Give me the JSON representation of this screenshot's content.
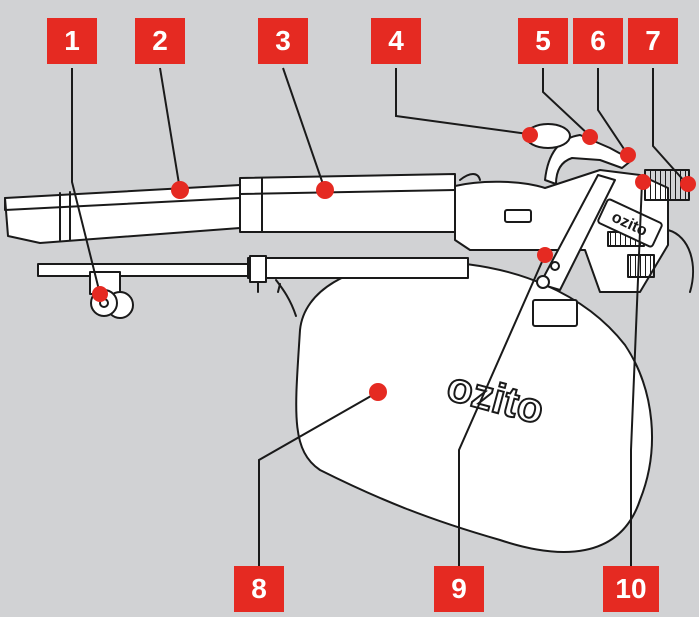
{
  "diagram": {
    "brand_logo_text": "ozito",
    "colors": {
      "background": "#d1d2d4",
      "callout": "#e52a22",
      "callout_text": "#ffffff",
      "line": "#1a1a1a",
      "part_fill": "#ffffff",
      "dot": "#e52a22"
    },
    "callouts": [
      {
        "label": "1"
      },
      {
        "label": "2"
      },
      {
        "label": "3"
      },
      {
        "label": "4"
      },
      {
        "label": "5"
      },
      {
        "label": "6"
      },
      {
        "label": "7"
      },
      {
        "label": "8"
      },
      {
        "label": "9"
      },
      {
        "label": "10"
      }
    ]
  }
}
